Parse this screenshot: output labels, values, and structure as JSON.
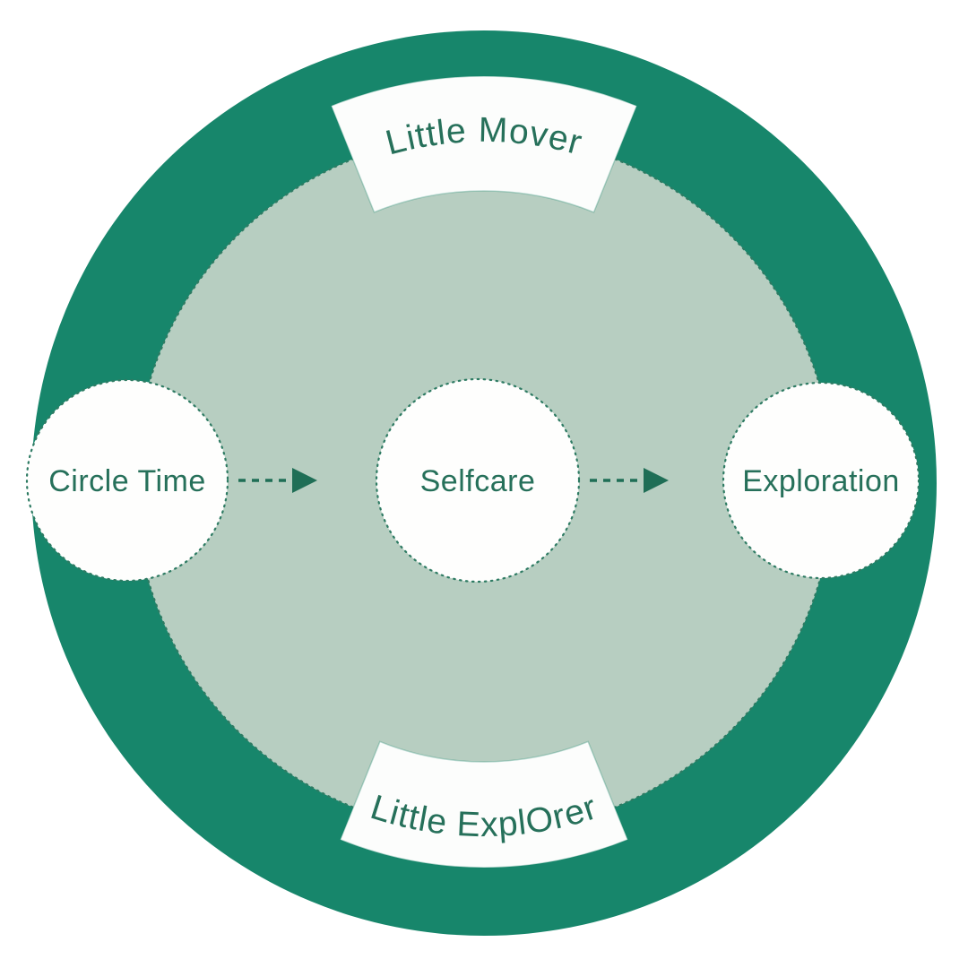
{
  "diagram": {
    "banners": {
      "top": "Little Mover",
      "bottom": "Little ExplOrer"
    },
    "nodes": [
      "Circle Time",
      "Selfcare",
      "Exploration"
    ],
    "colors": {
      "ring": "#17866B",
      "inner_disc": "#B7CEC1",
      "banner_fill": "#FCFDFC",
      "node_fill": "#FEFEFD",
      "text": "#26705A",
      "arrow": "#1F6E56",
      "background": "#FFFFFF"
    }
  }
}
